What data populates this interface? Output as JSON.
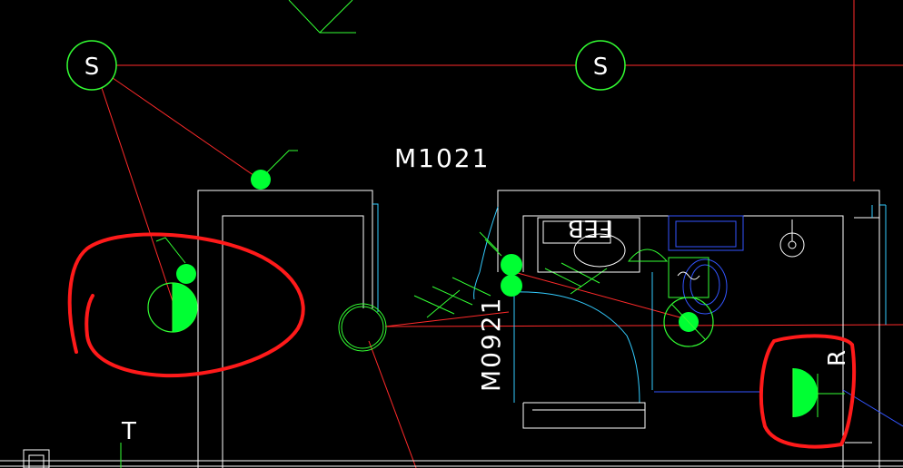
{
  "drawing": {
    "background": "#000000",
    "colors": {
      "wall": "#ffffff",
      "wire": "#ff2a2a",
      "device": "#00ff33",
      "hatch": "#33ff33",
      "door": "#33ccff",
      "fixture": "#3355ff",
      "markup": "#ff1a1a"
    },
    "labels": {
      "door_top": "M1021",
      "door_side": "M0921",
      "speaker_a": "S",
      "speaker_b": "S",
      "outlet_tag": "R",
      "fixture_tag": "FEB",
      "corner_mark": "T"
    },
    "icons": [
      "speaker-symbol",
      "ceiling-light",
      "wall-switch",
      "half-circle-socket",
      "exhaust-fan",
      "floor-drain",
      "junction-box"
    ]
  }
}
